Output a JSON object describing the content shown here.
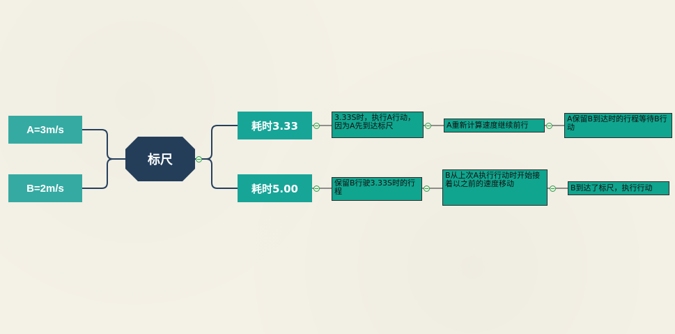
{
  "center": {
    "label": "标尺"
  },
  "speeds": [
    {
      "label": "A=3m/s"
    },
    {
      "label": "B=2m/s"
    }
  ],
  "branches": [
    {
      "label": "耗时3.33",
      "steps": [
        "3.33S时，执行A行动，因为A先到达标尺",
        "A重新计算速度继续前行",
        "A保留B到达时的行程等待B行动"
      ]
    },
    {
      "label": "耗时5.00",
      "steps": [
        "保留B行驶3.33S时的行程",
        "B从上次A执行行动时开始接着以之前的速度移动",
        "B到达了标尺，执行行动"
      ]
    }
  ],
  "colors": {
    "background": "#f4f1e6",
    "center_fill": "#243e5a",
    "speed_fill": "#35aaa2",
    "time_fill": "#17a598",
    "step_fill": "#10a58e",
    "connector": "#263f5c",
    "collapse_dot": "#2f9a57"
  }
}
